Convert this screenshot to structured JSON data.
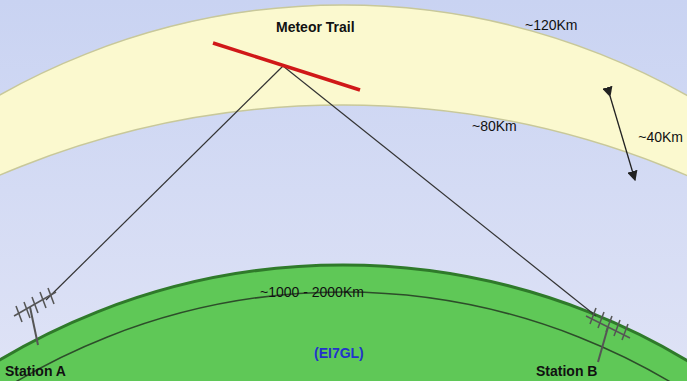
{
  "diagram": {
    "labels": [
      "~120Km",
      "Meteor Trail",
      "~80Km",
      "~40Km",
      "~1000 - 2000Km",
      "Station A",
      "(EI7GL)",
      "Station B"
    ]
  }
}
